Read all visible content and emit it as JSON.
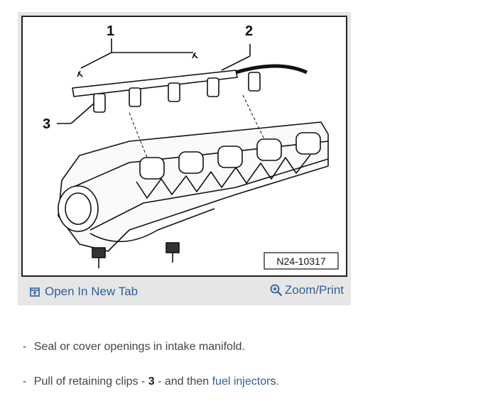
{
  "figure": {
    "callouts": [
      "1",
      "2",
      "3"
    ],
    "ref_code": "N24-10317",
    "open_tab_label": "Open In New Tab",
    "zoom_label": "Zoom/Print",
    "link_color": "#2f5f9e"
  },
  "steps": [
    {
      "dash": "-",
      "text": "Seal or cover openings in intake manifold."
    },
    {
      "dash": "-",
      "pre": "Pull of retaining clips - ",
      "bold": "3",
      "mid": " - and then ",
      "link": "fuel injector",
      "post": "s."
    }
  ]
}
